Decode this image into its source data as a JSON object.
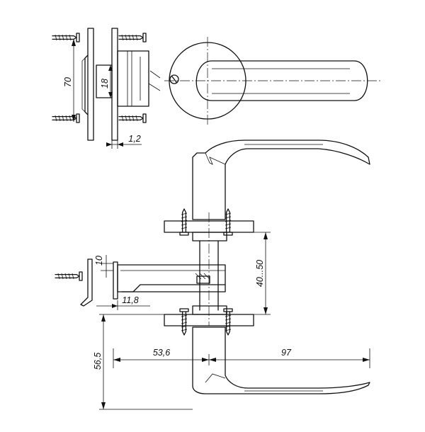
{
  "dimensions": {
    "d70": "70",
    "d18": "18",
    "d1_2": "1,2",
    "d10": "10",
    "d11_8": "11,8",
    "d40_50": "40...50",
    "d56_5": "56,5",
    "d53_6": "53,6",
    "d97": "97"
  },
  "colors": {
    "line": "#111111",
    "background": "#ffffff"
  }
}
